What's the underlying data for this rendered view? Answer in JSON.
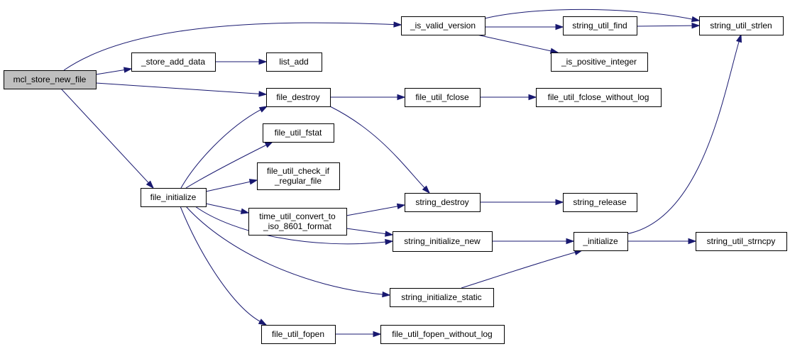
{
  "diagram": {
    "colors": {
      "edge": "#191970",
      "node_border": "#000000",
      "root_fill": "#bfbfbf",
      "node_fill": "#ffffff"
    },
    "nodes": {
      "mcl_store_new_file": [
        "mcl_store_new_file"
      ],
      "is_valid_version": [
        "_is_valid_version"
      ],
      "store_add_data": [
        "_store_add_data"
      ],
      "list_add": [
        "list_add"
      ],
      "file_destroy": [
        "file_destroy"
      ],
      "file_initialize": [
        "file_initialize"
      ],
      "string_util_find": [
        "string_util_find"
      ],
      "string_util_strlen": [
        "string_util_strlen"
      ],
      "is_positive_integer": [
        "_is_positive_integer"
      ],
      "file_util_fclose": [
        "file_util_fclose"
      ],
      "file_util_fclose_without_log": [
        "file_util_fclose_without_log"
      ],
      "string_destroy": [
        "string_destroy"
      ],
      "string_release": [
        "string_release"
      ],
      "file_util_fstat": [
        "file_util_fstat"
      ],
      "file_util_check_if_regular_file": [
        "file_util_check_if",
        "_regular_file"
      ],
      "time_util_convert_to_iso_8601_format": [
        "time_util_convert_to",
        "_iso_8601_format"
      ],
      "string_initialize_new": [
        "string_initialize_new"
      ],
      "initialize": [
        "_initialize"
      ],
      "string_util_strncpy": [
        "string_util_strncpy"
      ],
      "string_initialize_static": [
        "string_initialize_static"
      ],
      "file_util_fopen": [
        "file_util_fopen"
      ],
      "file_util_fopen_without_log": [
        "file_util_fopen_without_log"
      ]
    },
    "edges": [
      [
        "mcl_store_new_file",
        "is_valid_version"
      ],
      [
        "mcl_store_new_file",
        "store_add_data"
      ],
      [
        "mcl_store_new_file",
        "file_destroy"
      ],
      [
        "mcl_store_new_file",
        "file_initialize"
      ],
      [
        "is_valid_version",
        "string_util_find"
      ],
      [
        "is_valid_version",
        "string_util_strlen"
      ],
      [
        "is_valid_version",
        "is_positive_integer"
      ],
      [
        "string_util_find",
        "string_util_strlen"
      ],
      [
        "store_add_data",
        "list_add"
      ],
      [
        "file_destroy",
        "file_util_fclose"
      ],
      [
        "file_destroy",
        "string_destroy"
      ],
      [
        "file_util_fclose",
        "file_util_fclose_without_log"
      ],
      [
        "string_destroy",
        "string_release"
      ],
      [
        "file_initialize",
        "file_destroy"
      ],
      [
        "file_initialize",
        "file_util_fstat"
      ],
      [
        "file_initialize",
        "file_util_check_if_regular_file"
      ],
      [
        "file_initialize",
        "time_util_convert_to_iso_8601_format"
      ],
      [
        "file_initialize",
        "string_initialize_new"
      ],
      [
        "file_initialize",
        "string_initialize_static"
      ],
      [
        "file_initialize",
        "file_util_fopen"
      ],
      [
        "time_util_convert_to_iso_8601_format",
        "string_destroy"
      ],
      [
        "time_util_convert_to_iso_8601_format",
        "string_initialize_new"
      ],
      [
        "string_initialize_new",
        "initialize"
      ],
      [
        "string_initialize_static",
        "initialize"
      ],
      [
        "initialize",
        "string_util_strncpy"
      ],
      [
        "initialize",
        "string_util_strlen"
      ],
      [
        "file_util_fopen",
        "file_util_fopen_without_log"
      ]
    ]
  }
}
